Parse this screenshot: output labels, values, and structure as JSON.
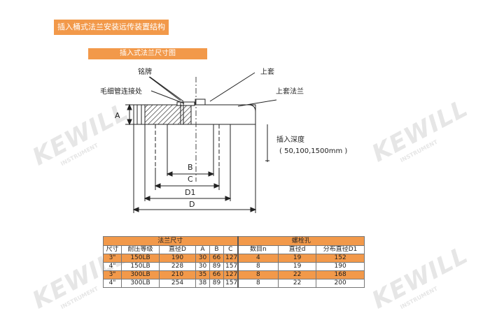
{
  "header": {
    "title": "插入桶式法兰安装远传装置结构",
    "subtitle": "插入式法兰尺寸图"
  },
  "watermark": {
    "brand": "KEWILL",
    "tagline": "INSTRUMENT"
  },
  "diagram": {
    "labels": {
      "nameplate": "铭牌",
      "capillary": "毛细管连接处",
      "upper_cover": "上套",
      "upper_flange": "上套法兰",
      "dim_a": "A",
      "dim_b": "B",
      "dim_c": "C",
      "dim_d1": "D1",
      "dim_d": "D",
      "insert_depth": "插入深度",
      "insert_depth_values": "( 50,100,1500mm )"
    }
  },
  "table": {
    "group_headers": {
      "flange": "法兰尺寸",
      "bolt": "螺栓孔"
    },
    "columns": [
      "尺寸",
      "耐压等级",
      "直径D",
      "A",
      "B",
      "C",
      "数目n",
      "直径d",
      "分布直径D1"
    ],
    "rows": [
      {
        "size": "3\"",
        "rating": "150LB",
        "d": "190",
        "a": "30",
        "b": "66",
        "c": "127",
        "n": "4",
        "hole_d": "19",
        "d1": "152",
        "highlight": true
      },
      {
        "size": "4\"",
        "rating": "150LB",
        "d": "228",
        "a": "30",
        "b": "89",
        "c": "157",
        "n": "8",
        "hole_d": "19",
        "d1": "190",
        "highlight": false
      },
      {
        "size": "3\"",
        "rating": "300LB",
        "d": "210",
        "a": "35",
        "b": "66",
        "c": "127",
        "n": "8",
        "hole_d": "22",
        "d1": "168",
        "highlight": true
      },
      {
        "size": "4\"",
        "rating": "300LB",
        "d": "254",
        "a": "38",
        "b": "89",
        "c": "157",
        "n": "8",
        "hole_d": "22",
        "d1": "200",
        "highlight": false
      }
    ]
  },
  "colors": {
    "accent": "#f2994a",
    "line": "#222222"
  }
}
